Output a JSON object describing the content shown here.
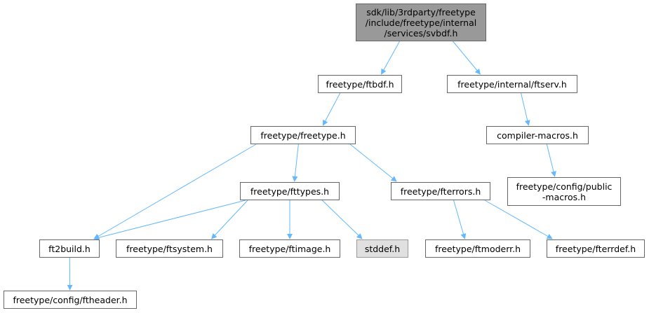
{
  "colors": {
    "edge": "#63b8ff",
    "node_border": "#666666",
    "root_fill": "#999999",
    "external_fill": "#e0e0e0"
  },
  "nodes": {
    "svbdf": "sdk/lib/3rdparty/freetype\n/include/freetype/internal\n/services/svbdf.h",
    "ftbdf": "freetype/ftbdf.h",
    "ftserv": "freetype/internal/ftserv.h",
    "freetype": "freetype/freetype.h",
    "compiler_macros": "compiler-macros.h",
    "fttypes": "freetype/fttypes.h",
    "fterrors": "freetype/fterrors.h",
    "public_macros": "freetype/config/public\n-macros.h",
    "ft2build": "ft2build.h",
    "ftsystem": "freetype/ftsystem.h",
    "ftimage": "freetype/ftimage.h",
    "stddef": "stddef.h",
    "ftmoderr": "freetype/ftmoderr.h",
    "fterrdef": "freetype/fterrdef.h",
    "ftheader": "freetype/config/ftheader.h"
  },
  "edges": [
    [
      "svbdf",
      "ftbdf"
    ],
    [
      "svbdf",
      "ftserv"
    ],
    [
      "ftbdf",
      "freetype"
    ],
    [
      "ftserv",
      "compiler_macros"
    ],
    [
      "compiler_macros",
      "public_macros"
    ],
    [
      "freetype",
      "ft2build"
    ],
    [
      "freetype",
      "fttypes"
    ],
    [
      "freetype",
      "fterrors"
    ],
    [
      "fttypes",
      "ft2build"
    ],
    [
      "fttypes",
      "ftsystem"
    ],
    [
      "fttypes",
      "ftimage"
    ],
    [
      "fttypes",
      "stddef"
    ],
    [
      "fterrors",
      "ftmoderr"
    ],
    [
      "fterrors",
      "fterrdef"
    ],
    [
      "ft2build",
      "ftheader"
    ]
  ]
}
